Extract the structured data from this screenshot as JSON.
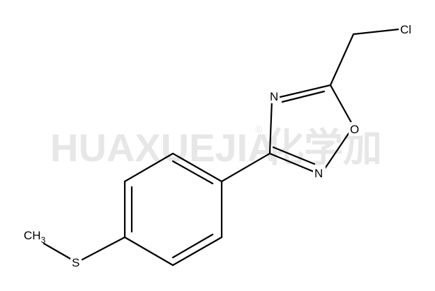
{
  "watermark": {
    "text": "HUAXUEJIA",
    "registered": "®",
    "cjk": "化学加"
  },
  "atoms": {
    "chlorine": "Cl",
    "nitrogen_top": "N",
    "oxygen": "O",
    "nitrogen_bottom": "N",
    "sulfur": "S",
    "methyl_main": "CH",
    "methyl_sub": "3"
  },
  "colors": {
    "bond": "#000000",
    "label": "#000000",
    "watermark": "#e7e7e7",
    "background": "#ffffff"
  }
}
